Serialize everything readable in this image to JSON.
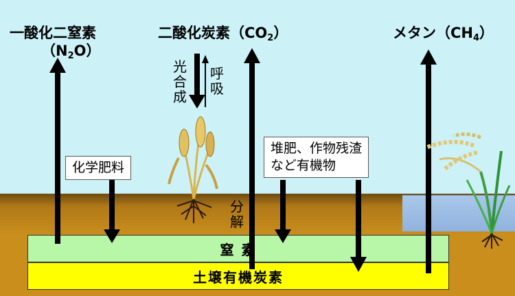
{
  "gases": {
    "n2o": {
      "name": "一酸化二窒素",
      "formula_open": "（N",
      "formula_sub": "2",
      "formula_close": "O）"
    },
    "co2": {
      "name": "二酸化炭素",
      "formula_open": "（CO",
      "formula_sub": "2",
      "formula_close": "）"
    },
    "ch4": {
      "name": "メタン",
      "formula_open": "（CH",
      "formula_sub": "4",
      "formula_close": "）"
    }
  },
  "labels": {
    "photosynthesis": [
      "光",
      "合",
      "成"
    ],
    "respiration": [
      "呼",
      "吸"
    ],
    "decomposition": [
      "分",
      "解"
    ]
  },
  "boxes": {
    "fertilizer": "化学肥料",
    "organic_line1": "堆肥、作物残渣",
    "organic_line2": "など有機物"
  },
  "layers": {
    "nitrogen": "窒 素",
    "soil_carbon": "土壌有機炭素"
  },
  "colors": {
    "sky": "#ccf2f8",
    "soil": "#c98e1c",
    "water": "#a9c7ea",
    "nitrogen_layer": "#b8f6a8",
    "carbon_layer": "#ffff00"
  }
}
